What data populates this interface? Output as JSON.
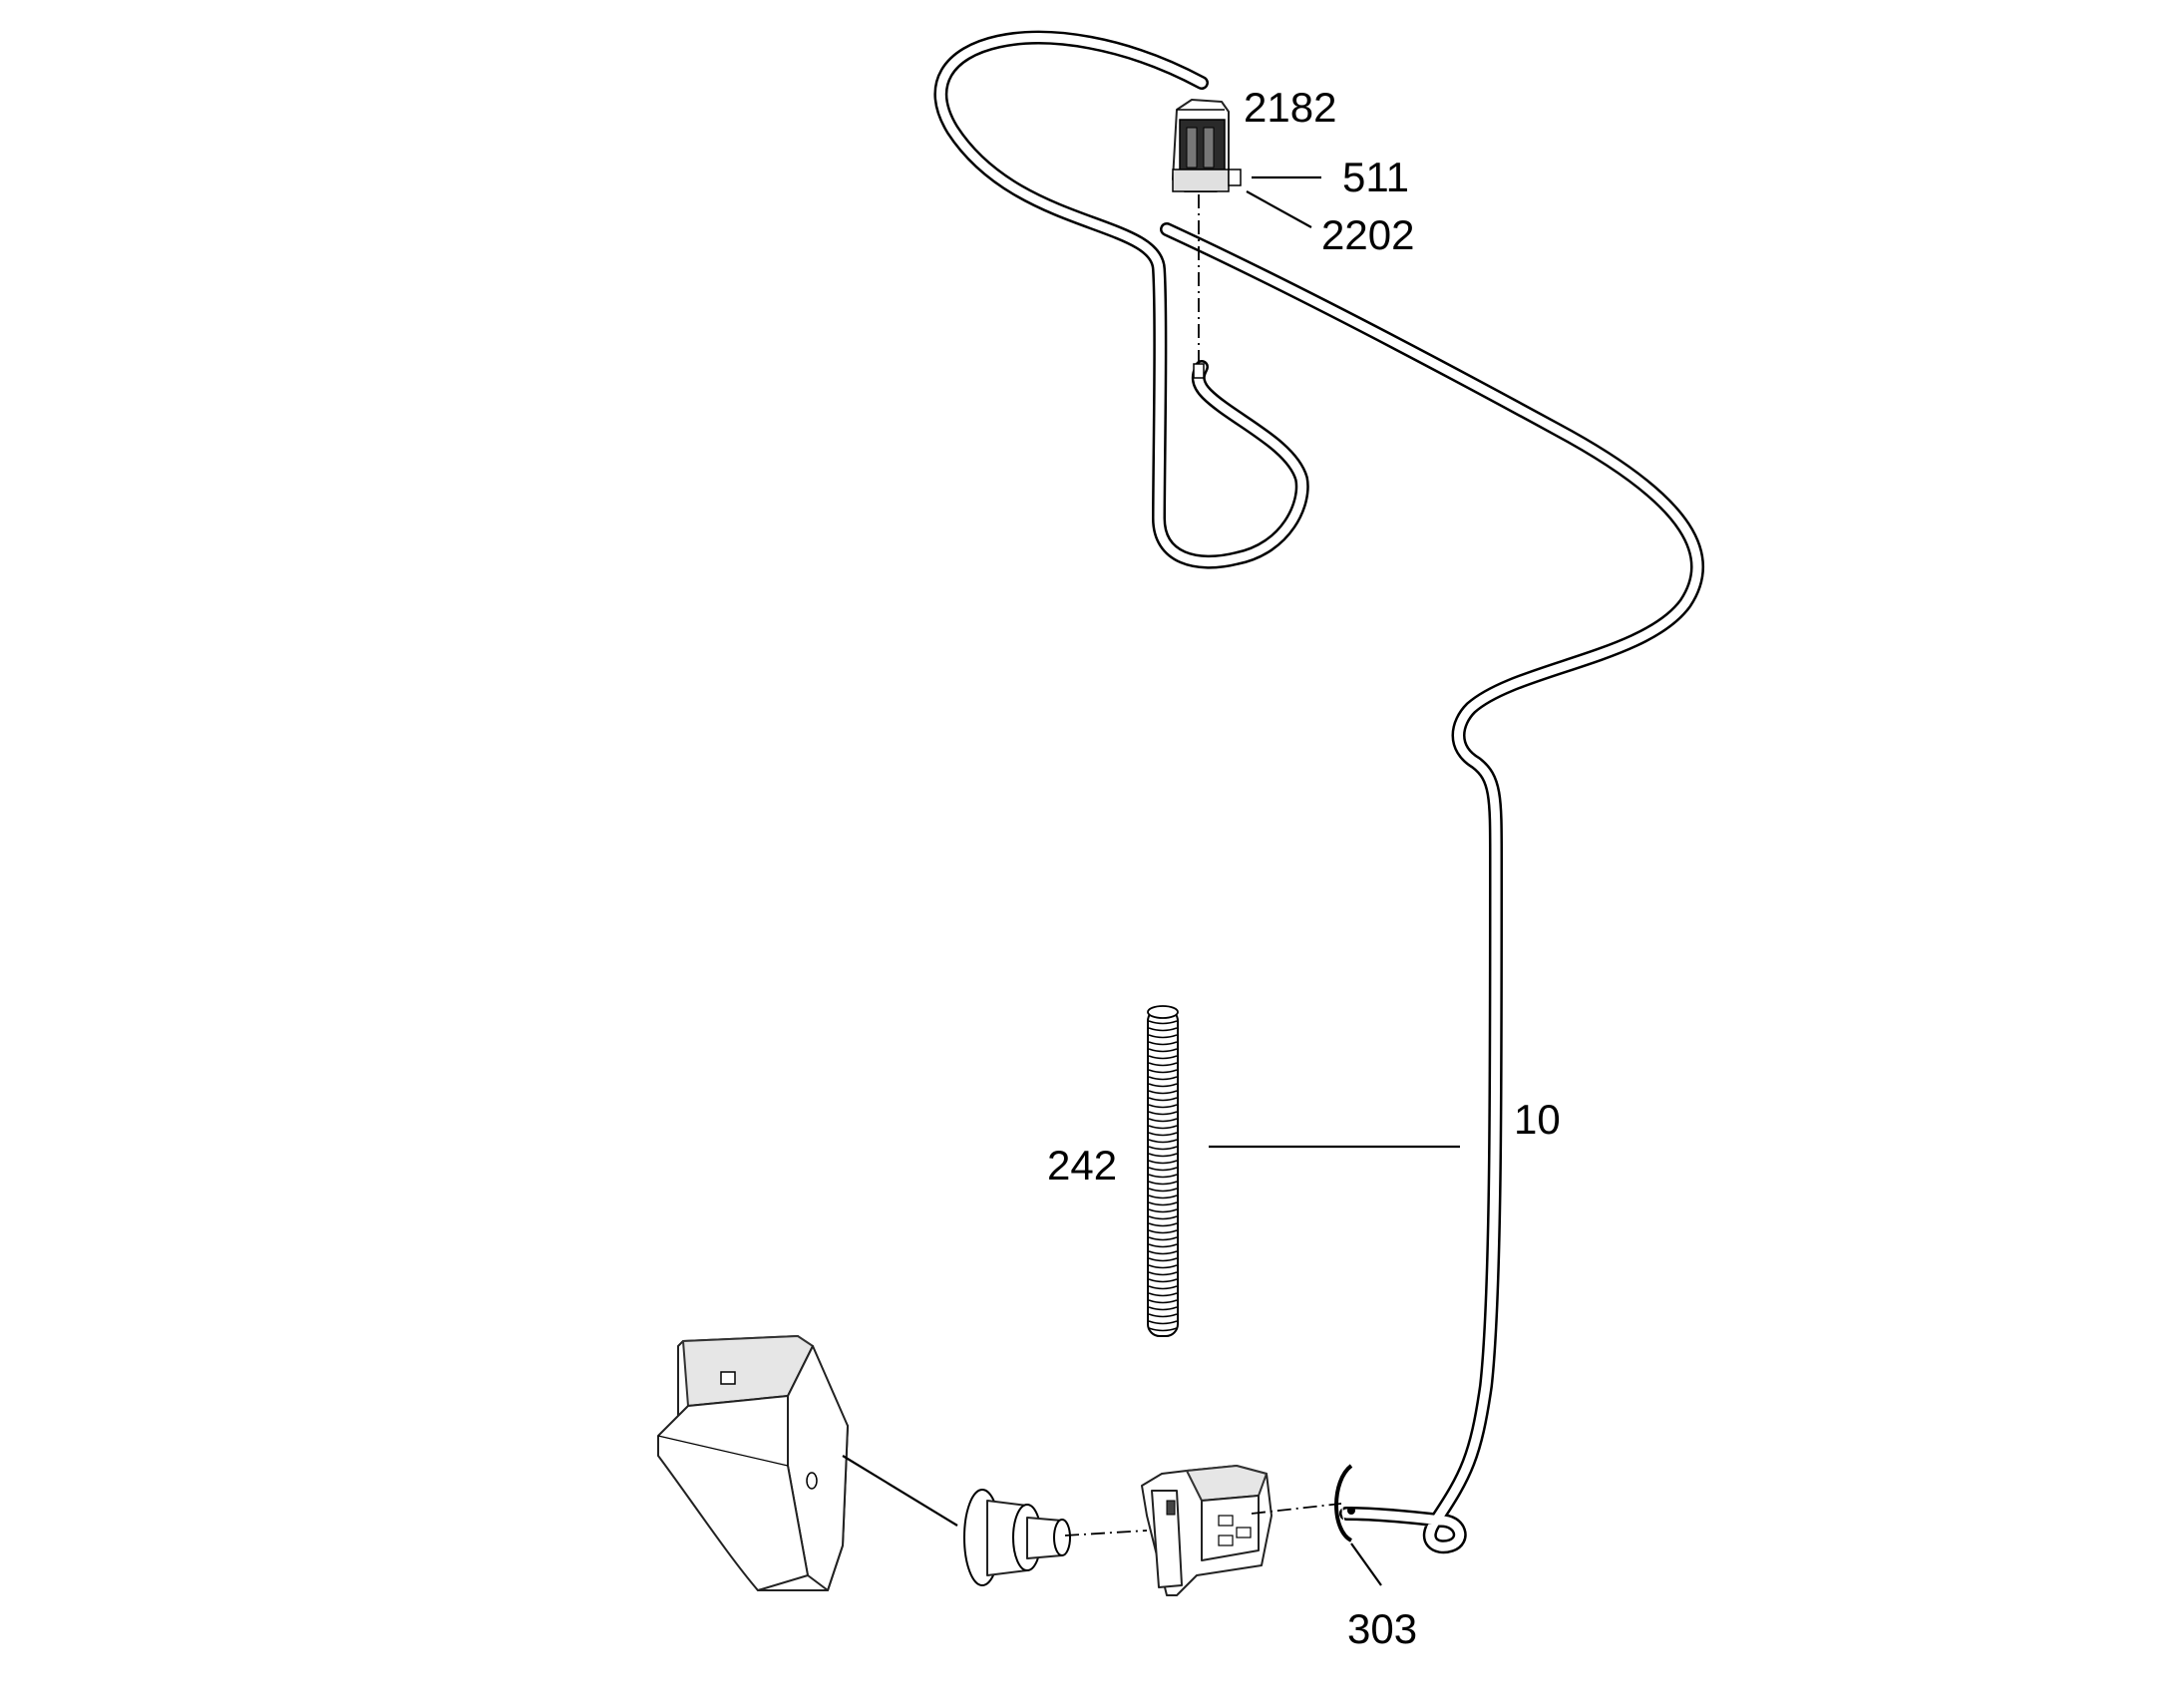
{
  "callouts": {
    "part_2182": "2182",
    "part_511": "511",
    "part_2202": "2202",
    "part_10": "10",
    "part_242": "242",
    "part_303": "303"
  }
}
